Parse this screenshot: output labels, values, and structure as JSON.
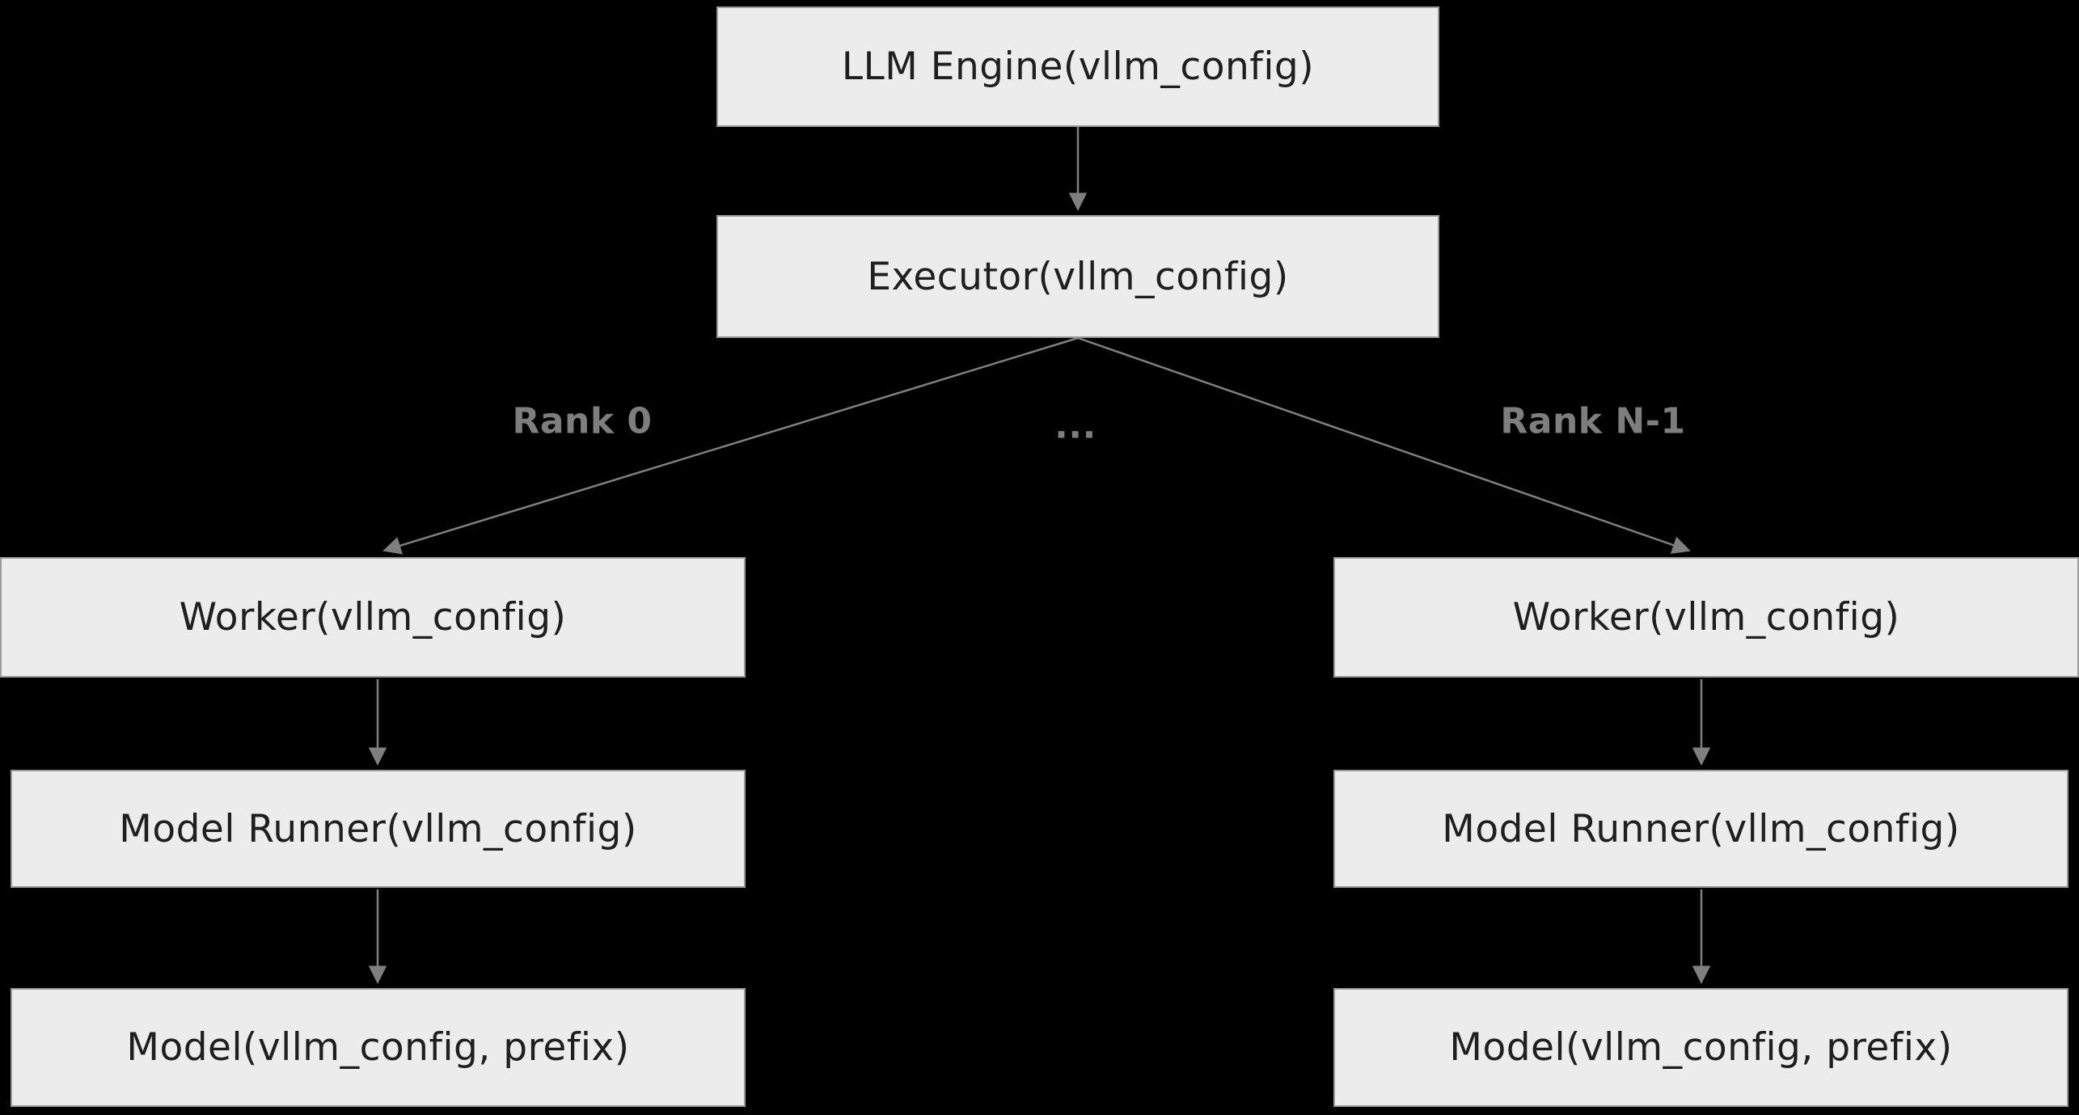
{
  "diagram": {
    "type": "flowchart",
    "background_color": "#000000",
    "node_fill_color": "#ececec",
    "node_border_color": "#9a9a9a",
    "node_text_color": "#1f1f1f",
    "edge_color": "#7f7f7f",
    "edge_label_color": "#7e7e7e",
    "nodes": {
      "llm_engine": {
        "label": "LLM Engine(vllm_config)"
      },
      "executor": {
        "label": "Executor(vllm_config)"
      },
      "worker_left": {
        "label": "Worker(vllm_config)"
      },
      "worker_right": {
        "label": "Worker(vllm_config)"
      },
      "model_runner_left": {
        "label": "Model Runner(vllm_config)"
      },
      "model_runner_right": {
        "label": "Model Runner(vllm_config)"
      },
      "model_left": {
        "label": "Model(vllm_config, prefix)"
      },
      "model_right": {
        "label": "Model(vllm_config, prefix)"
      }
    },
    "edges": [
      {
        "from": "llm_engine",
        "to": "executor",
        "label": ""
      },
      {
        "from": "executor",
        "to": "worker_left",
        "label": "Rank 0"
      },
      {
        "from": "executor",
        "to": "worker_right",
        "label": "Rank N-1"
      },
      {
        "from": "worker_left",
        "to": "model_runner_left",
        "label": ""
      },
      {
        "from": "worker_right",
        "to": "model_runner_right",
        "label": ""
      },
      {
        "from": "model_runner_left",
        "to": "model_left",
        "label": ""
      },
      {
        "from": "model_runner_right",
        "to": "model_right",
        "label": ""
      }
    ],
    "edge_labels": {
      "rank0": "Rank 0",
      "dots": "...",
      "rank_n_1": "Rank N-1"
    }
  }
}
